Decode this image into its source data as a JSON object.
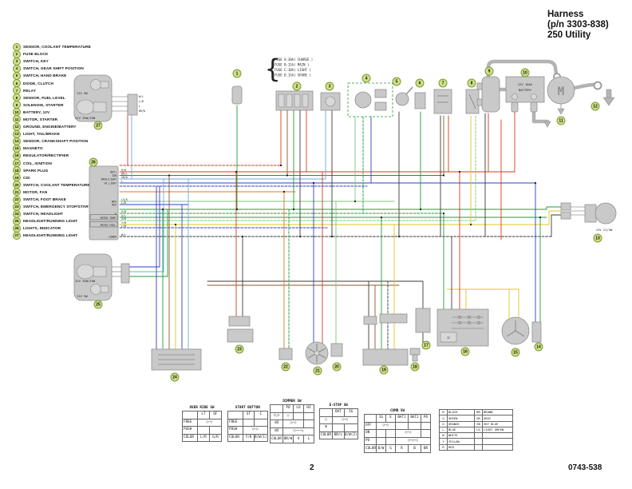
{
  "title": {
    "line1": "Harness",
    "line2": "(p/n 3303-838)",
    "line3": "250 Utility"
  },
  "doc": {
    "page_number": "2",
    "doc_number": "0743-538"
  },
  "legend": {
    "items": [
      {
        "n": "1",
        "label": "SENSOR, COOLANT TEMPERATURE"
      },
      {
        "n": "2",
        "label": "FUSE BLOCK"
      },
      {
        "n": "3",
        "label": "SWITCH, KEY"
      },
      {
        "n": "4",
        "label": "SWITCH, GEAR SHIFT POSITION"
      },
      {
        "n": "5",
        "label": "SWITCH, HAND BRAKE"
      },
      {
        "n": "6",
        "label": "DIODE, CLUTCH"
      },
      {
        "n": "7",
        "label": "RELAY"
      },
      {
        "n": "8",
        "label": "SENSOR, FUEL LEVEL"
      },
      {
        "n": "9",
        "label": "SOLENOID, STARTER"
      },
      {
        "n": "10",
        "label": "BATTERY, 12V"
      },
      {
        "n": "11",
        "label": "MOTOR, STARTER"
      },
      {
        "n": "12",
        "label": "GROUND, ENGINE/BATTERY"
      },
      {
        "n": "13",
        "label": "LIGHT, TAIL/BRAKE"
      },
      {
        "n": "14",
        "label": "SENSOR, CRANKSHAFT POSITION"
      },
      {
        "n": "15",
        "label": "MAGNETO"
      },
      {
        "n": "16",
        "label": "REGULATOR/RECTIFIER"
      },
      {
        "n": "17",
        "label": "COIL, IGNITION"
      },
      {
        "n": "18",
        "label": "SPARK PLUG"
      },
      {
        "n": "19",
        "label": "CDI"
      },
      {
        "n": "20",
        "label": "SWITCH, COOLANT TEMPERATURE"
      },
      {
        "n": "21",
        "label": "MOTOR, FAN"
      },
      {
        "n": "22",
        "label": "SWITCH, FOOT BRAKE"
      },
      {
        "n": "23",
        "label": "SWITCH, EMERGENCY STOP/START"
      },
      {
        "n": "24",
        "label": "SWITCH, HEADLIGHT"
      },
      {
        "n": "25",
        "label": "HEADLIGHT/RUNNING LIGHT"
      },
      {
        "n": "26",
        "label": "LIGHTS, INDICATOR"
      },
      {
        "n": "27",
        "label": "HEADLIGHT/RUNNING LIGHT"
      }
    ]
  },
  "fuse_block": {
    "lines": [
      "FUSE A:30A( CHARGE )",
      "FUSE B:15A( MAIN )",
      "FUSE C:10A( LIGHT )",
      "FUSE D:15A( SPARE )"
    ]
  },
  "components": {
    "headlight_upper": {
      "bulb_small": "12V 5W",
      "bulb_main": "12V 35W/35W",
      "codes": [
        "W/L",
        "L/B",
        "L",
        "BR/W"
      ]
    },
    "headlight_lower": {
      "bulb_main": "12V 35W/35W",
      "bulb_small": "12V 5W"
    },
    "battery": {
      "line1": "12V 18Ah",
      "line2": "BATTERY"
    },
    "starter_motor": "M",
    "tail_light": "12V 21/5W",
    "regulator_ic": "IC"
  },
  "connector": {
    "rows": [
      {
        "label": "BAT+",
        "code": "R/W"
      },
      {
        "label": "IGN",
        "code": "BR/L"
      },
      {
        "label": "BACK/LIGHT",
        "code": "SB/W"
      },
      {
        "label": "HI.LIGHT",
        "code": "L"
      },
      {
        "label": "NEU",
        "code": "LG/R"
      },
      {
        "label": "REV",
        "code": "L/R"
      },
      {
        "label": "E",
        "code": "G/B"
      },
      {
        "label": "METER TEMP",
        "code": "G/L"
      },
      {
        "label": "",
        "code": "G/W"
      },
      {
        "label": "METER FUEL",
        "code": "Y/W"
      },
      {
        "label": "",
        "code": "L/W"
      },
      {
        "label": "LOWER",
        "code": "W/L"
      }
    ]
  },
  "tables": {
    "override": {
      "title": "OVER RIDE SW",
      "headers": [
        "",
        "LT",
        "OF"
      ],
      "row_free": "FREE",
      "row_push": "PUSH",
      "row_color": "COLOR",
      "free_bridge": "○─○",
      "colors": [
        "L/R",
        "G/R"
      ]
    },
    "start": {
      "title": "START BUTTON",
      "headers": [
        "",
        "ST",
        "C"
      ],
      "row_free": "FREE",
      "row_push": "PUSH",
      "row_color": "COLOR",
      "push_bridge": "○─○",
      "colors": [
        "Y/R",
        "B/W(1)"
      ]
    },
    "dimmer": {
      "title": "DIMMER SW",
      "headers": [
        "",
        "PO",
        "LO",
        "HI"
      ],
      "icon_position": "⊂○⊃",
      "icon_low": "≡D",
      "icon_high": "≡D",
      "pos_contact": "○",
      "low_bridge": "○─○",
      "high_bridge": "○───○",
      "row_color": "COLOR",
      "colors": [
        "BR/W",
        "V",
        "L"
      ]
    },
    "estop": {
      "title": "E-STOP SW",
      "headers": [
        "",
        "BAT",
        "IG"
      ],
      "icon_run": "○",
      "icon_stop": "⊠",
      "run_bridge": "○─○",
      "row_color": "COLOR",
      "colors": [
        "BR/L",
        "B/W(2)"
      ]
    },
    "comb": {
      "title": "COMB SW",
      "headers": [
        "",
        "IG",
        "E",
        "BAT1",
        "BAT2",
        "PO"
      ],
      "row_off": "OFF",
      "row_on": "ON",
      "row_po": "PO",
      "row_color": "COLOR",
      "off_bridge": "○─○",
      "on_bridge": "○─○",
      "po_bridge": "○─○─○",
      "colors": [
        "B/W",
        "G",
        "R",
        "B",
        "BR"
      ]
    },
    "color_codes": {
      "rows": [
        {
          "c1": "B",
          "n1": "BLACK",
          "c2": "BR",
          "n2": "BROWN"
        },
        {
          "c1": "G",
          "n1": "GREEN",
          "c2": "GR",
          "n2": "GRAY"
        },
        {
          "c1": "O",
          "n1": "ORANGE",
          "c2": "SB",
          "n2": "SKY BLUE"
        },
        {
          "c1": "L",
          "n1": "BLUE",
          "c2": "LG",
          "n2": "LIGHT GREEN"
        },
        {
          "c1": "W",
          "n1": "WHITE",
          "c2": "",
          "n2": ""
        },
        {
          "c1": "Y",
          "n1": "YELLOW",
          "c2": "",
          "n2": ""
        },
        {
          "c1": "R",
          "n1": "RED",
          "c2": "",
          "n2": ""
        }
      ]
    }
  },
  "colors": {
    "badge_fill": "#cfe08a",
    "badge_border": "#7a9a2e",
    "component_gray": "#c9c9c9",
    "wire_red": "#d23b1e",
    "wire_green": "#1f9d3a",
    "wire_blue": "#2f3fbf",
    "wire_yellow": "#e0c422",
    "wire_orange": "#e07820",
    "wire_brown": "#8a5a2a",
    "wire_skyblue": "#6fa8dc",
    "wire_lightgreen": "#7ec87e",
    "wire_black": "#3a3a3a"
  }
}
